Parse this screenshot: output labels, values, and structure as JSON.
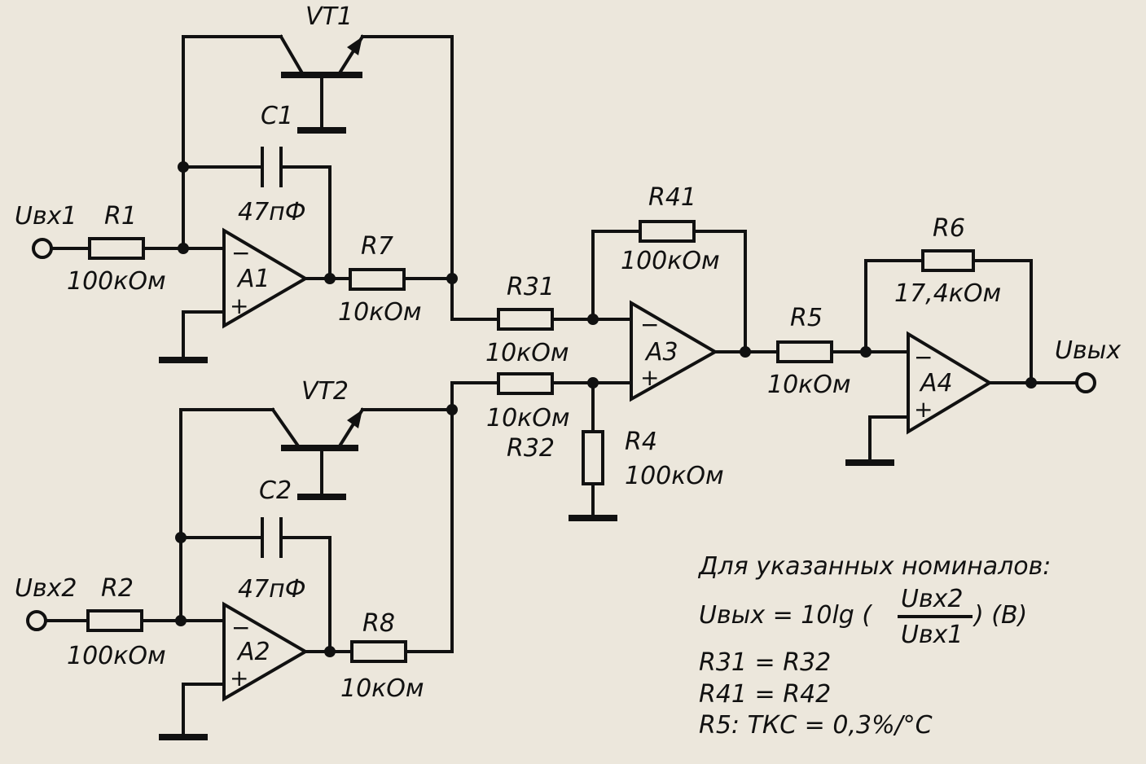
{
  "inputs": {
    "in1_label": "Uвх1",
    "in2_label": "Uвх2",
    "out_label": "Uвых"
  },
  "transistors": {
    "vt1": "VT1",
    "vt2": "VT2"
  },
  "capacitors": {
    "c1": {
      "name": "C1",
      "value": "47пФ"
    },
    "c2": {
      "name": "C2",
      "value": "47пФ"
    }
  },
  "resistors": {
    "r1": {
      "name": "R1",
      "value": "100кОм"
    },
    "r2": {
      "name": "R2",
      "value": "100кОм"
    },
    "r7": {
      "name": "R7",
      "value": "10кОм"
    },
    "r8": {
      "name": "R8",
      "value": "10кОм"
    },
    "r31": {
      "name": "R31",
      "value": "10кОм"
    },
    "r32": {
      "name": "R32",
      "value": "10кОм"
    },
    "r41": {
      "name": "R41",
      "value": "100кОм"
    },
    "r4": {
      "name": "R4",
      "value": "100кОм"
    },
    "r5": {
      "name": "R5",
      "value": "10кОм"
    },
    "r6": {
      "name": "R6",
      "value": "17,4кОм"
    }
  },
  "amplifiers": {
    "a1": "A1",
    "a2": "A2",
    "a3": "A3",
    "a4": "A4",
    "minus": "−",
    "plus": "+"
  },
  "notes": {
    "heading": "Для указанных номиналов:",
    "formula_lhs": "Uвых = 10lg (",
    "formula_num": "Uвх2",
    "formula_den": "Uвх1",
    "formula_rhs": ") (В)",
    "eq1": "R31 = R32",
    "eq2": "R41 = R42",
    "eq3": "R5: ТКС = 0,3%/°C"
  }
}
